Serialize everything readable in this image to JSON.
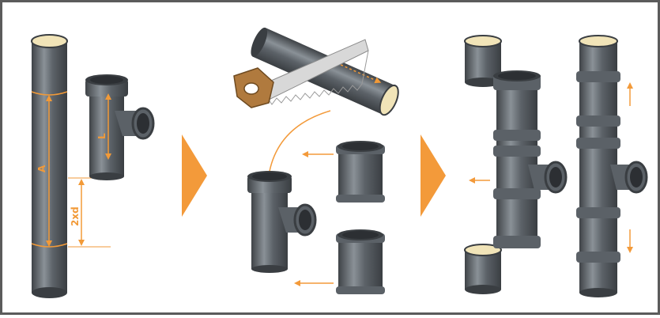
{
  "colors": {
    "frame": "#5b5b5b",
    "pipe_dark": "#4e5358",
    "pipe_mid": "#6f767c",
    "pipe_light": "#9aa1a6",
    "inner_beige": "#f1e4b8",
    "accent_orange": "#f29a38",
    "arrow_orange": "#f39a3a",
    "saw_blade": "#d8d8d8",
    "saw_handle": "#b07a3e"
  },
  "labels": {
    "dim_a": "A",
    "dim_l": "L",
    "dim_2xd": "2xd"
  },
  "icons": {
    "process_arrow_1": "triangle-right-icon",
    "process_arrow_2": "triangle-right-icon",
    "saw": "hand-saw-icon",
    "flow_arrow": "arrow-left-icon",
    "move_up": "arrow-up-icon",
    "move_down": "arrow-down-icon"
  }
}
